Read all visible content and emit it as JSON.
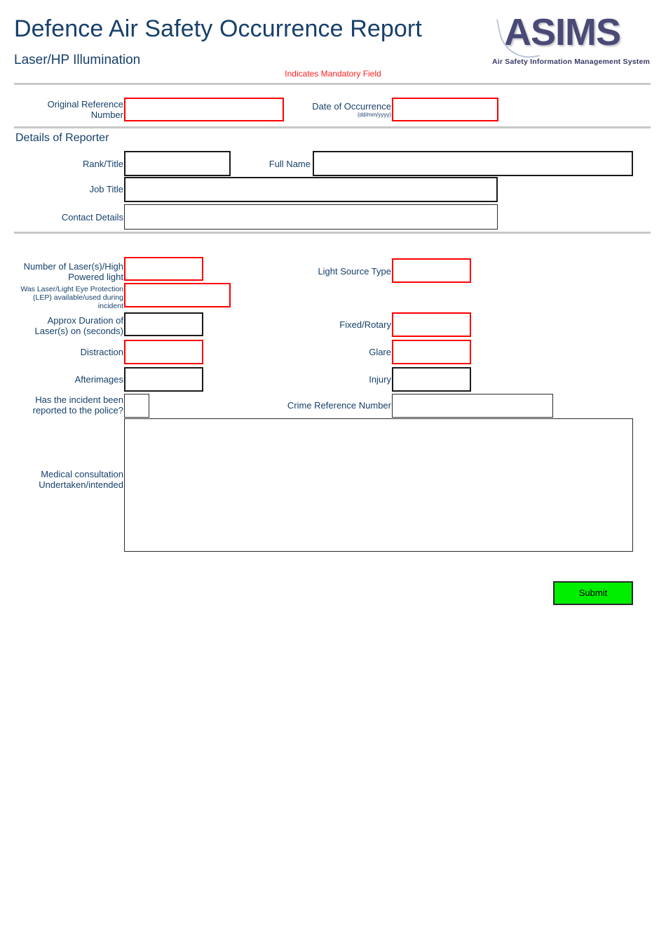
{
  "header": {
    "title": "Defence Air Safety Occurrence Report",
    "subtitle": "Laser/HP Illumination",
    "mandatory_note": "Indicates Mandatory Field",
    "logo": {
      "wordmark": "ASIMS",
      "tagline": "Air Safety Information Management System",
      "color": "#4A4A77"
    }
  },
  "colors": {
    "heading_blue": "#17406B",
    "label_blue": "#17406B",
    "mandatory_red": "#FF0000",
    "optional_black": "#1A1A1A",
    "submit_green": "#00EE00",
    "divider_grey": "#C8C8C8"
  },
  "top_section": {
    "fields": [
      {
        "label": "Original Reference Number",
        "value": "",
        "required": true
      },
      {
        "label": "Date of Occurrence",
        "hint": "(dd/mm/yyyy)",
        "value": "",
        "required": true
      }
    ]
  },
  "reporter_section": {
    "heading": "Details of Reporter",
    "fields": [
      {
        "label": "Rank/Title",
        "value": "",
        "required": false
      },
      {
        "label": "Full Name",
        "value": "",
        "required": false
      },
      {
        "label": "Job Title",
        "value": "",
        "required": false
      },
      {
        "label": "Contact Details",
        "value": "",
        "required": false
      }
    ]
  },
  "incident_section": {
    "left_fields": [
      {
        "label": "Number of Laser(s)/High Powered light",
        "value": "",
        "required": true
      },
      {
        "label": "Was Laser/Light Eye Protection (LEP) available/used during incident",
        "value": "",
        "required": true
      },
      {
        "label": "Approx Duration of Laser(s) on (seconds)",
        "value": "",
        "required": false
      },
      {
        "label": "Distraction",
        "value": "",
        "required": true
      },
      {
        "label": "Afterimages",
        "value": "",
        "required": false
      },
      {
        "label": "Has the incident been reported to the police?",
        "value": "",
        "required": false
      }
    ],
    "right_fields": [
      {
        "label": "Light Source Type",
        "value": "",
        "required": true
      },
      {
        "label": "Fixed/Rotary",
        "value": "",
        "required": true
      },
      {
        "label": "Glare",
        "value": "",
        "required": true
      },
      {
        "label": "Injury",
        "value": "",
        "required": false
      },
      {
        "label": "Crime Reference Number",
        "value": "",
        "required": false
      }
    ],
    "medical": {
      "label": "Medical consultation Undertaken/intended",
      "value": "",
      "required": false
    }
  },
  "footer": {
    "submit_label": "Submit"
  }
}
